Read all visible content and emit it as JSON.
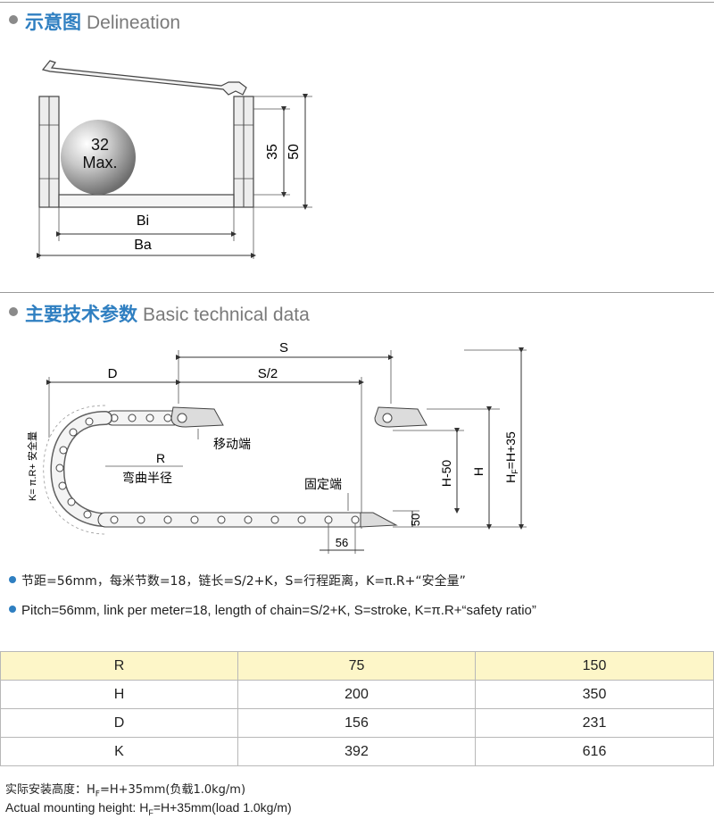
{
  "section1": {
    "title_zh": "示意图",
    "title_en": "Delineation"
  },
  "delineation": {
    "ball_line1": "32",
    "ball_line2": "Max.",
    "dim_35": "35",
    "dim_50": "50",
    "dim_bi": "Bi",
    "dim_ba": "Ba"
  },
  "section2": {
    "title_zh": "主要技术参数",
    "title_en": "Basic technical data"
  },
  "technical": {
    "label_s": "S",
    "label_s2": "S/2",
    "label_d": "D",
    "label_r": "R",
    "label_bend": "弯曲半径",
    "label_moving": "移动端",
    "label_fixed": "固定端",
    "label_k": "K= π.R+ 安全量",
    "label_h50": "H-50",
    "label_h": "H",
    "label_hf": "H",
    "label_hf_sub": "F",
    "label_hf_rest": "=H+35",
    "label_50": "50",
    "label_56": "56"
  },
  "notes": {
    "zh": "节距=56mm，每米节数=18，链长=S/2+K，S=行程距离，K=π.R+“安全量”",
    "en": "Pitch=56mm, link per meter=18, length of chain=S/2+K, S=stroke, K=π.R+“safety ratio”"
  },
  "table": {
    "header": [
      "R",
      "75",
      "150"
    ],
    "rows": [
      [
        "H",
        "200",
        "350"
      ],
      [
        "D",
        "156",
        "231"
      ],
      [
        "K",
        "392",
        "616"
      ]
    ]
  },
  "footer": {
    "zh_prefix": "实际安装高度：H",
    "zh_sub": "F",
    "zh_suffix": "=H+35mm(负载1.0kg/m)",
    "en_prefix": "Actual mounting height: H",
    "en_sub": "F",
    "en_suffix": "=H+35mm(load 1.0kg/m)"
  }
}
